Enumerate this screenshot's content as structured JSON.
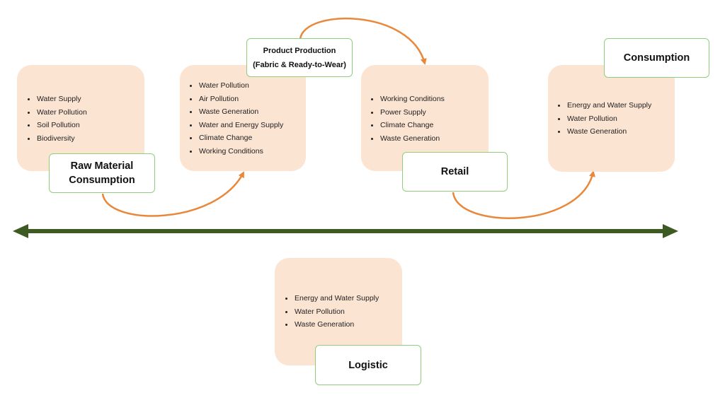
{
  "stages": {
    "raw_material": {
      "title_line1": "Raw Material",
      "title_line2": "Consumption",
      "items": [
        "Water Supply",
        "Water Pollution",
        "Soil Pollution",
        "Biodiversity"
      ]
    },
    "production": {
      "title_line1": "Product Production",
      "title_line2": "(Fabric & Ready-to-Wear)",
      "items": [
        "Water Pollution",
        "Air Pollution",
        "Waste Generation",
        "Water and Energy Supply",
        "Climate Change",
        "Working Conditions"
      ]
    },
    "retail": {
      "title": "Retail",
      "items": [
        "Working Conditions",
        "Power Supply",
        "Climate Change",
        "Waste Generation"
      ]
    },
    "consumption": {
      "title": "Consumption",
      "items": [
        "Energy and Water Supply",
        "Water Pollution",
        "Waste Generation"
      ]
    },
    "logistic": {
      "title": "Logistic",
      "items": [
        "Energy and Water Supply",
        "Water Pollution",
        "Waste Generation"
      ]
    }
  },
  "colors": {
    "box_fill": "#fce4d3",
    "label_border": "#8fcf7c",
    "arrow_orange": "#e9873a",
    "timeline_green": "#3d5a22"
  }
}
